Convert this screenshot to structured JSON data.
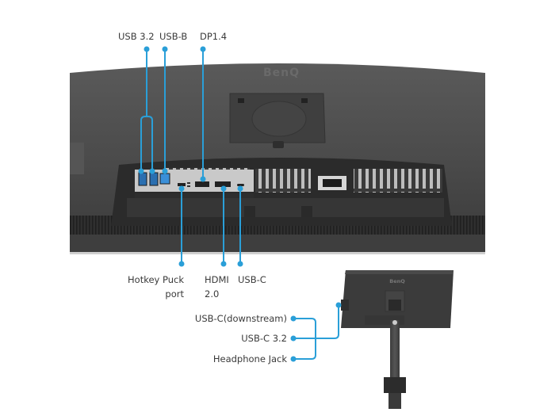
{
  "colors": {
    "accent": "#2a9fd8",
    "monitor_body": "#4a4a4a",
    "monitor_dark": "#2c2c2c",
    "port_panel": "#c9c9c9",
    "text": "#3a3a3a",
    "background": "#ffffff"
  },
  "top_labels": [
    {
      "id": "usb32",
      "text": "USB 3.2"
    },
    {
      "id": "usbb",
      "text": "USB-B"
    },
    {
      "id": "dp",
      "text": "DP1.4"
    }
  ],
  "bottom_labels": [
    {
      "id": "hotkey",
      "line1": "Hotkey Puck",
      "line2": "port"
    },
    {
      "id": "hdmi",
      "line1": "HDMI",
      "line2": "2.0"
    },
    {
      "id": "usbc",
      "line1": "USB-C"
    }
  ],
  "side_labels": [
    {
      "id": "usbc_down",
      "text": "USB-C(downstream)"
    },
    {
      "id": "usbc32",
      "text": "USB-C 3.2"
    },
    {
      "id": "headphone",
      "text": "Headphone Jack"
    }
  ],
  "brand": {
    "logo_text": "BenQ"
  },
  "images": {
    "rear_view": "monitor-rear-io-panel",
    "side_view": "monitor-on-stand-rear"
  }
}
